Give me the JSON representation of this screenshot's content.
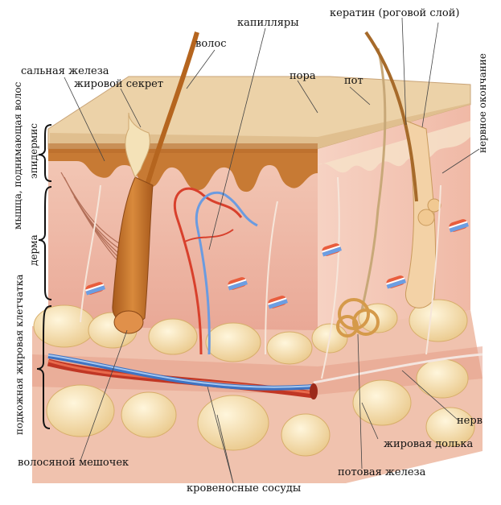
{
  "labels": {
    "capillaries": "капилляры",
    "keratin": "кератин (роговой слой)",
    "hair": "волос",
    "sebaceous_gland": "сальная железа",
    "fat_secretion": "жировой секрет",
    "pore": "пора",
    "sweat": "пот",
    "nerve_ending": "нервное окончание",
    "muscle": "мышца, поднимающая волос",
    "epidermis": "эпидермис",
    "dermis": "дерма",
    "subcutaneous": "подкожная жировая клетчатка",
    "nerve": "нерв",
    "fat_lobule": "жировая долька",
    "hair_follicle": "волосяной мешочек",
    "sweat_gland": "потовая железа",
    "blood_vessels": "кровеносные сосуды"
  },
  "colors": {
    "epidermis": "#e9c9a0",
    "dermis": "#f0bfae",
    "fat": "#f7e2b8",
    "artery": "#d8402c",
    "vein": "#5a8fd6",
    "hair": "#c8782e"
  }
}
